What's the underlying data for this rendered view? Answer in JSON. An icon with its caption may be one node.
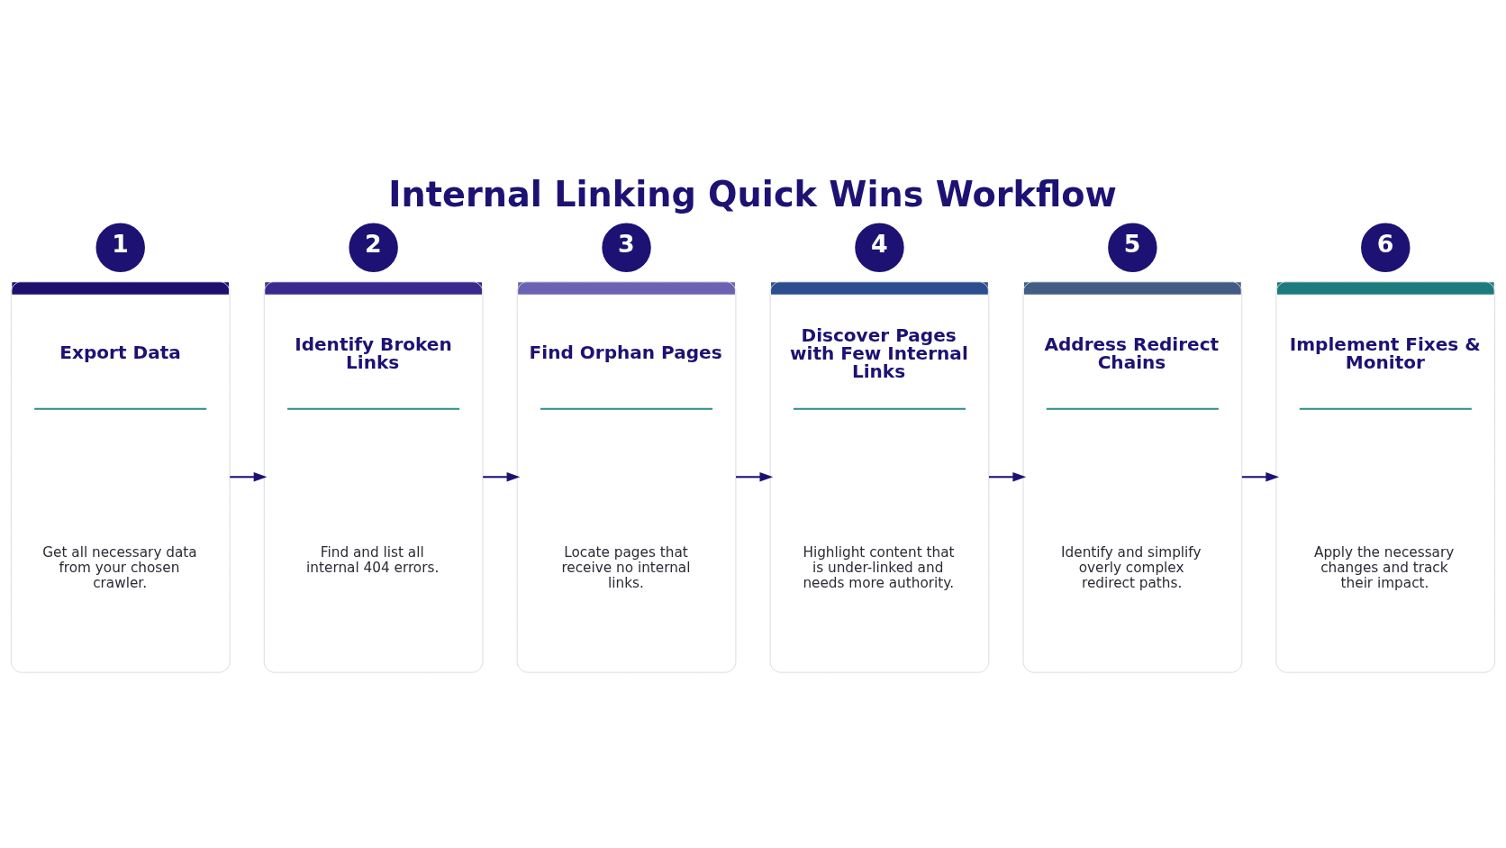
{
  "diagram": {
    "title": "Internal Linking Quick Wins Workflow",
    "nodes": [
      {
        "text": [
          "1"
        ]
      },
      {
        "text": [
          "Export Data",
          "Get all necessary data from your chosen crawler."
        ]
      },
      {
        "text": [
          "2"
        ]
      },
      {
        "text": [
          "Identify Broken Links",
          "Find and list all internal 404 errors."
        ]
      },
      {
        "text": [
          "3"
        ]
      },
      {
        "text": [
          "Find Orphan Pages",
          "Locate pages that receive no internal links."
        ]
      },
      {
        "text": [
          "4"
        ]
      },
      {
        "text": [
          "Discover Pages with Few Internal Links",
          "Highlight content that is under-linked and needs more authority."
        ]
      },
      {
        "text": [
          "5"
        ]
      },
      {
        "text": [
          "Address Redirect Chains",
          "Identify and simplify overly complex redirect paths."
        ]
      },
      {
        "text": [
          "6"
        ]
      },
      {
        "text": [
          "Implement Fixes & Monitor",
          "Apply the necessary changes and track their impact."
        ]
      }
    ],
    "edges": [
      {
        "from": 1,
        "to": 3,
        "arrow": "to"
      },
      {
        "from": 3,
        "to": 5,
        "arrow": "to"
      },
      {
        "from": 5,
        "to": 7,
        "arrow": "to"
      },
      {
        "from": 7,
        "to": 9,
        "arrow": "to"
      },
      {
        "from": 9,
        "to": 11,
        "arrow": "to"
      }
    ]
  }
}
